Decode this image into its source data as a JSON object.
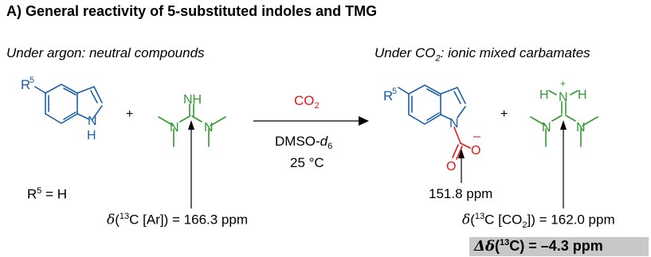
{
  "title": "A) General reactivity of 5-substituted  indoles and TMG",
  "conditions": {
    "left": "Under argon: neutral compounds",
    "right_pre": "Under CO",
    "right_sub": "2",
    "right_post": ": ionic mixed carbamates"
  },
  "reaction": {
    "reagent_pre": "CO",
    "reagent_sub": "2",
    "solvent_pre": "DMSO-",
    "solvent_italic": "d",
    "solvent_sub": "6",
    "temperature": "25 °C",
    "plus": "+"
  },
  "indole": {
    "substituent_letter": "R",
    "substituent_number": "5",
    "nh_label": "N",
    "h_label": "H",
    "r5_value_pre": "R",
    "r5_value_sup": "5",
    "r5_value_post": " = H"
  },
  "tmg": {
    "imine_label": "NH",
    "n_label": "N"
  },
  "carbamate": {
    "n_label": "N",
    "o_label": "O",
    "charge": "–",
    "shift": "151.8 ppm"
  },
  "tmgh": {
    "h_label": "H",
    "plus_charge": "+"
  },
  "shifts": {
    "left_delta": "δ",
    "left_paren_open": "(",
    "left_sup": "13",
    "left_rest": "C [Ar]) = 166.3 ppm",
    "right_delta": "δ",
    "right_paren_open": "(",
    "right_sup": "13",
    "right_rest": "C [CO",
    "right_sub": "2",
    "right_end": "])  = 162.0 ppm",
    "diff_prefix": "Δδ",
    "diff_paren_open": "(",
    "diff_sup": "13",
    "diff_rest": "C) = –4.3 ppm"
  },
  "colors": {
    "indole_blue": "#1a5fa8",
    "tmg_green": "#2f9a2f",
    "co2_red": "#e8161a",
    "box_gray": "#c8c8c8"
  }
}
